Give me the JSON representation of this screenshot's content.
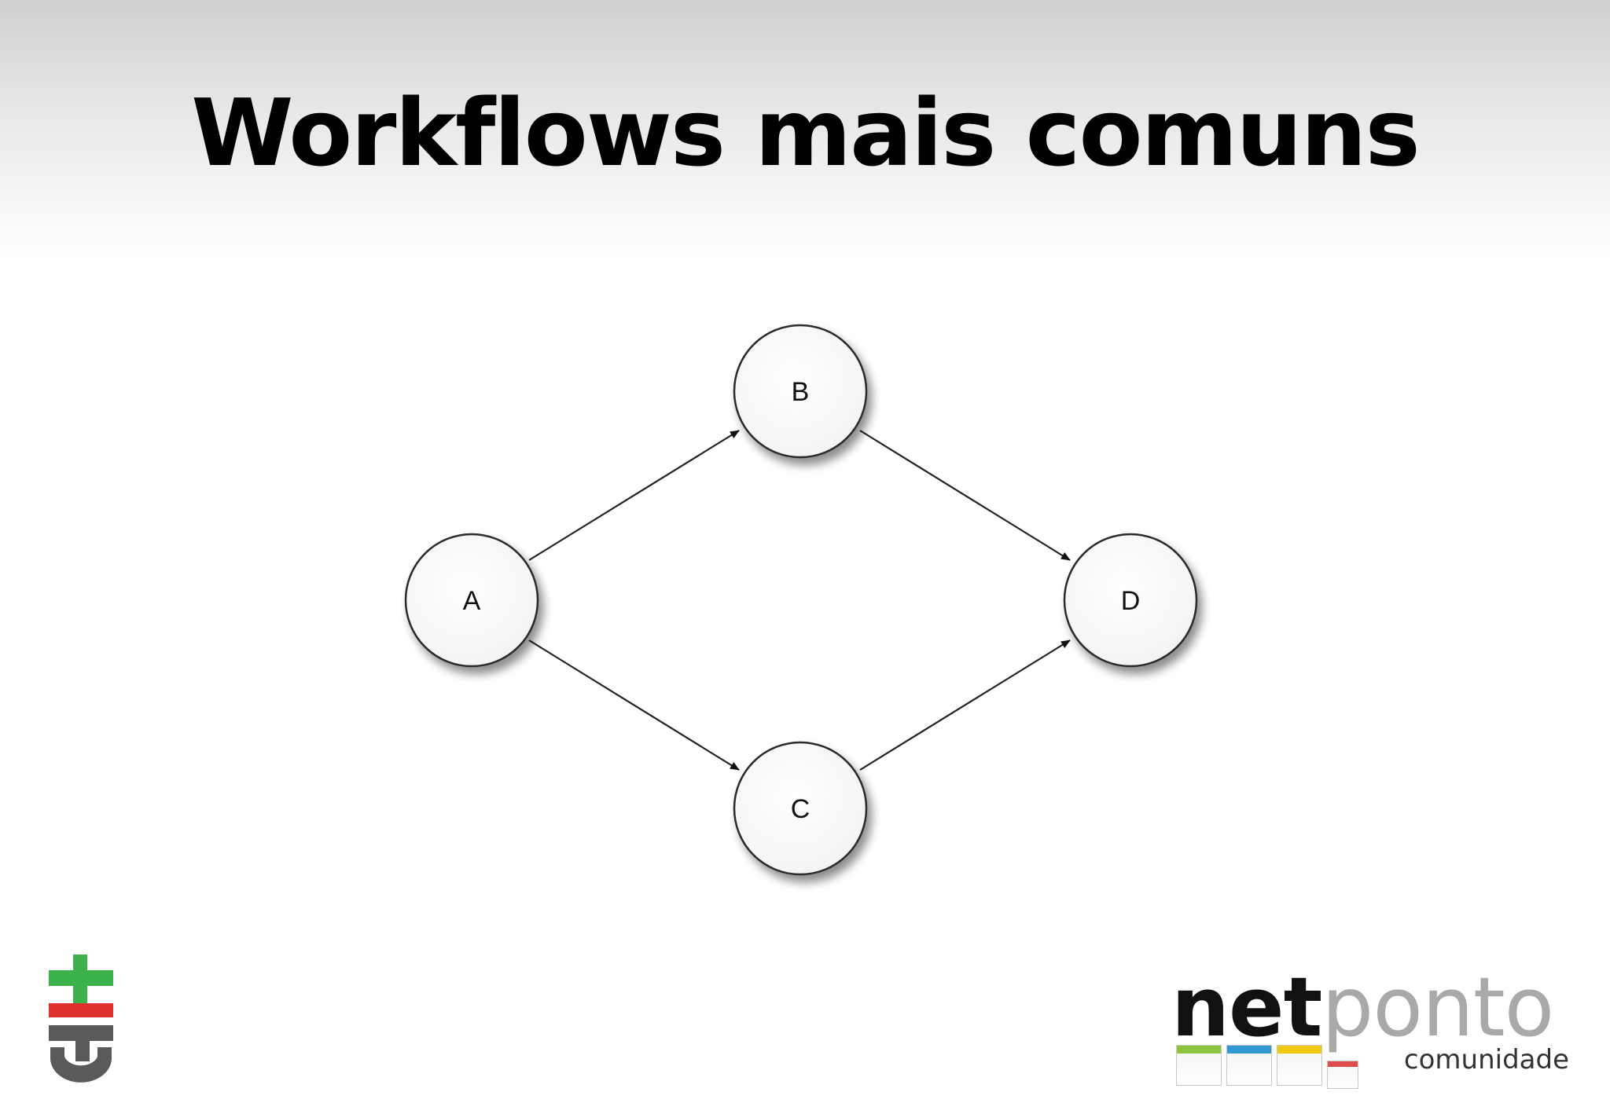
{
  "slide": {
    "title": "Workflows mais comuns"
  },
  "diagram": {
    "nodes": [
      {
        "id": "A",
        "label": "A"
      },
      {
        "id": "B",
        "label": "B"
      },
      {
        "id": "C",
        "label": "C"
      },
      {
        "id": "D",
        "label": "D"
      }
    ],
    "edges": [
      {
        "from": "A",
        "to": "B"
      },
      {
        "from": "A",
        "to": "C"
      },
      {
        "from": "B",
        "to": "D"
      },
      {
        "from": "C",
        "to": "D"
      }
    ]
  },
  "logos": {
    "git": {
      "icon": "git-plus-icon",
      "colors": {
        "green": "#3bb34a",
        "red": "#e0312f",
        "gray": "#5a5a5a"
      }
    },
    "netponto": {
      "word_dark": "net",
      "word_light": "ponto",
      "tagline": "comunidade",
      "colors": {
        "green": "#8cc63f",
        "blue": "#2f9ad6",
        "yellow": "#f2c811",
        "red": "#e04d4d"
      }
    }
  }
}
